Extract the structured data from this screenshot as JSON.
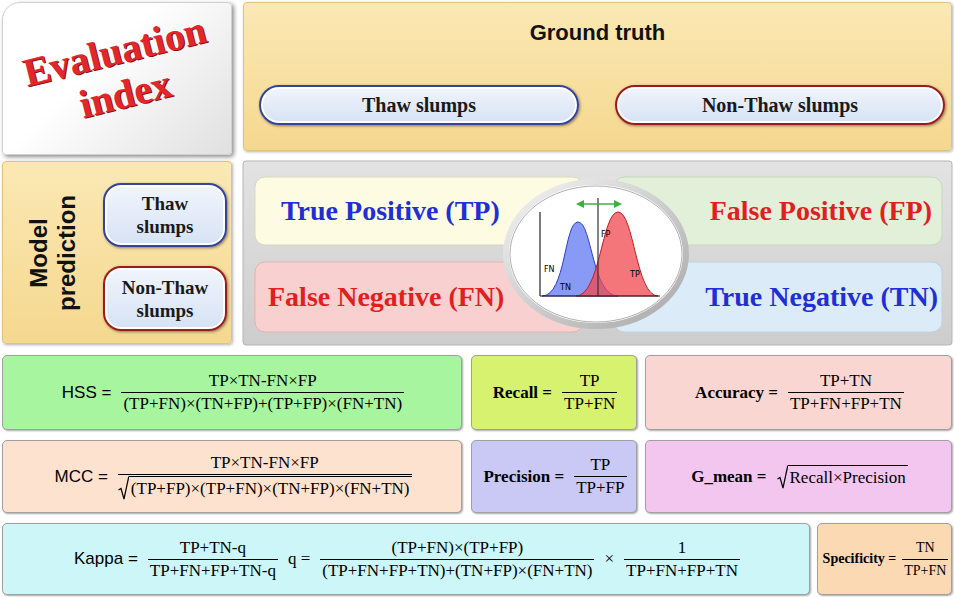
{
  "diagram": {
    "nodes": [
      {
        "text": [
          "Evaluation index"
        ]
      },
      {
        "text": [
          "Ground truth"
        ]
      },
      {
        "text": [
          "Thaw slumps"
        ],
        "in": 1
      },
      {
        "text": [
          "Non-Thaw slumps"
        ],
        "in": 1
      },
      {
        "text": [
          "Model prediction"
        ]
      },
      {
        "text": [
          "Thaw slumps"
        ],
        "in": 4
      },
      {
        "text": [
          "Non-Thaw slumps"
        ],
        "in": 4
      },
      {
        "text": [
          "True Positive (TP)"
        ]
      },
      {
        "text": [
          "False Positive (FP)"
        ]
      },
      {
        "text": [
          "False Negative (FN)"
        ]
      },
      {
        "text": [
          "True Negative (TN)"
        ]
      },
      {
        "text": [
          "HSS =",
          "TP×TN-FN×FP",
          "(TP+FN)×(TN+FP)+(TP+FP)×(FN+TN)"
        ]
      },
      {
        "text": [
          "Recall =",
          "TP",
          "TP+FN"
        ]
      },
      {
        "text": [
          "Accuracy =",
          "TP+TN",
          "TP+FN+FP+TN"
        ]
      },
      {
        "text": [
          "MCC =",
          "TP×TN-FN×FP",
          "(TP+FP)×(TP+FN)×(TN+FP)×(FN+TN)"
        ]
      },
      {
        "text": [
          "Precision =",
          "TP",
          "TP+FP"
        ]
      },
      {
        "text": [
          "G_mean =",
          "Recall×Precision"
        ]
      },
      {
        "text": [
          "Kappa =",
          "TP+TN-q",
          "TP+FN+FP+TN-q",
          "q =",
          "(TP+FN)×(TP+FP)",
          "(TP+FN+FP+TN)+(TN+FP)×(FN+TN)",
          "×",
          "1",
          "TP+FN+FP+TN"
        ]
      },
      {
        "text": [
          "Specificity =",
          "TN",
          "TP+FN"
        ]
      }
    ],
    "labels": [
      "FN",
      "TN",
      "FP",
      "TP"
    ]
  }
}
